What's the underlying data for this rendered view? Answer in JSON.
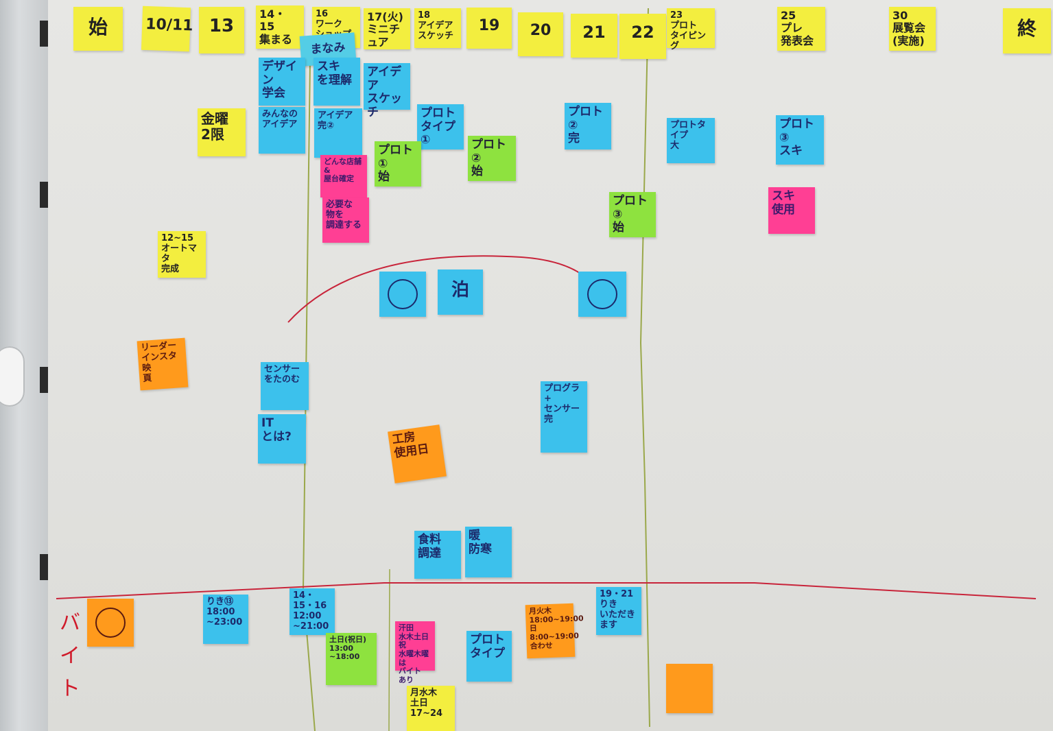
{
  "header": {
    "start": "始",
    "d10_11": "10/11",
    "d13": "13",
    "d14_15": "14・15\n集まる",
    "d16": "16\nワーク\nショップ",
    "d17": "17(火)\nミニチュア",
    "d18": "18\nアイデア\nスケッチ",
    "d19": "19",
    "d20": "20",
    "d21": "21",
    "d22": "22",
    "d23": "23\nプロト\nタイピング",
    "d25": "25\nプレ\n発表会",
    "d30": "30\n展覧会\n(実施)",
    "end": "終"
  },
  "stamp": {
    "text": "まなみ"
  },
  "tasks": {
    "design_study": "デザイン\n学会",
    "understand": "スキ\nを理解",
    "idea_sketch": "アイデア\nスケッチ",
    "everyone_ideas": "みんなの\nアイデア",
    "idea_done": "アイデア\n完②",
    "kinyo": "金曜\n2限",
    "proto_type": "プロト\nタイプ①",
    "proto1_start": "プロト①\n始",
    "proto2_start": "プロト②\n始",
    "proto2_done": "プロト②\n完",
    "proto_type_big": "プロトタイプ\n大",
    "proto_final": "プロト③\nスキ",
    "proto3_start": "プロト③\n始",
    "ski_use": "スキ\n使用",
    "stall_decide": "どんな店舗&\n屋台確定",
    "procure": "必要な\n物を\n調達する",
    "automata": "12~15\nオートマタ\n完成",
    "tomari": "泊",
    "leader": "リーダー\nインスタ映\n頁",
    "sensor": "センサー\nをたのむ",
    "it": "IT\nとは?",
    "workshop": "工房\n使用日",
    "program_sensor": "プログラ\n+\nセンサー\n完",
    "food": "食料\n調達",
    "warm": "暖\n防寒"
  },
  "baito": {
    "label": "バイト",
    "riki": "りき⑬\n18:00\n~23:00",
    "d141516": "14・15・16\n12:00\n~21:00",
    "sat": "土日(祝日)\n13:00\n~18:00",
    "pink": "汗田\n水木土日祝\n水曜木曜は\nバイト\nあり",
    "proto": "プロト\nタイプ",
    "getsu": "月火木\n18:00~19:00\n日 8:00~19:00\n合わせ",
    "d1921": "19・21\nりき\nいただきます",
    "getsu2": "月水木\n土日\n17~24"
  },
  "colors": {
    "yellow": "#f3ee3f",
    "blue": "#3cc1ec",
    "pink": "#ff3f94",
    "green": "#8ee23f",
    "orange": "#ff9a1c",
    "red_line": "#c8243a",
    "green_line": "#9aa84a"
  }
}
